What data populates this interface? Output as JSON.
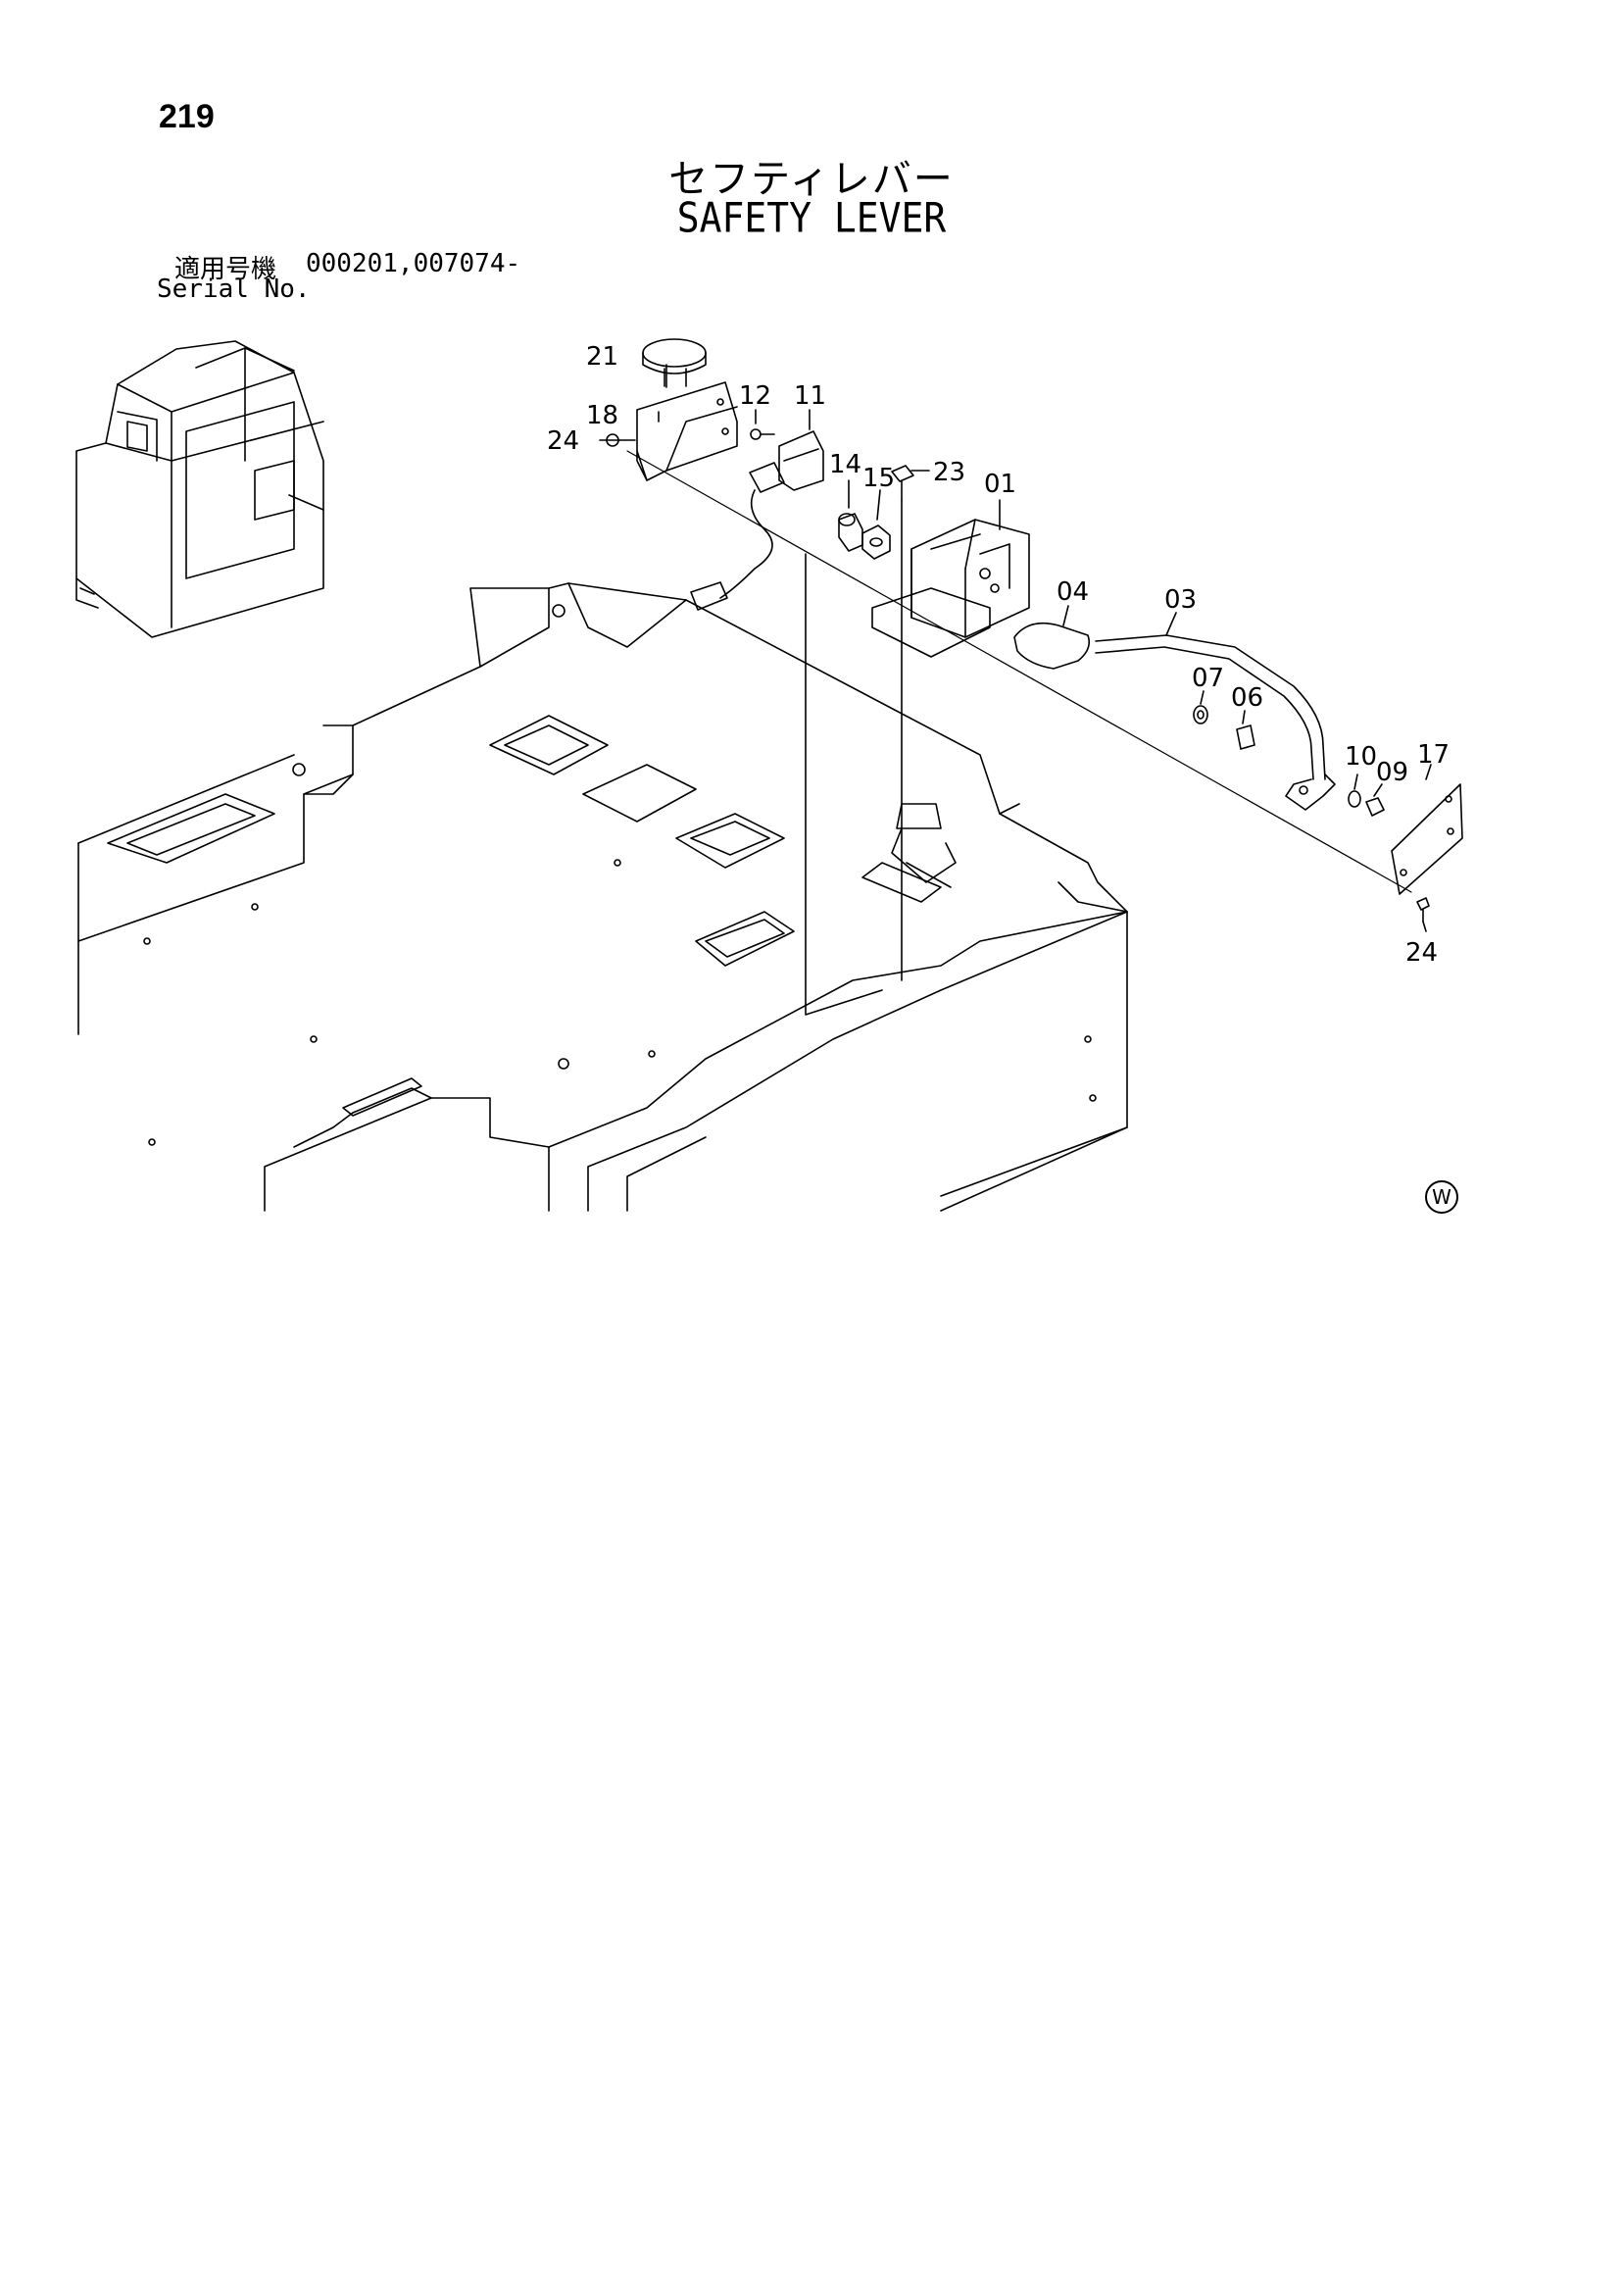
{
  "page": {
    "number": "219",
    "title_jp": "セフティレバー",
    "title_en": "SAFETY LEVER",
    "serial_label_jp": "適用号機",
    "serial_value": "000201,007074-",
    "serial_label_en": "Serial No.",
    "mark": "W"
  },
  "callouts": {
    "c21": "21",
    "c18": "18",
    "c24a": "24",
    "c12": "12",
    "c11": "11",
    "c14": "14",
    "c15": "15",
    "c23": "23",
    "c01": "01",
    "c04": "04",
    "c03": "03",
    "c07": "07",
    "c06": "06",
    "c10": "10",
    "c09": "09",
    "c17": "17",
    "c24b": "24"
  }
}
